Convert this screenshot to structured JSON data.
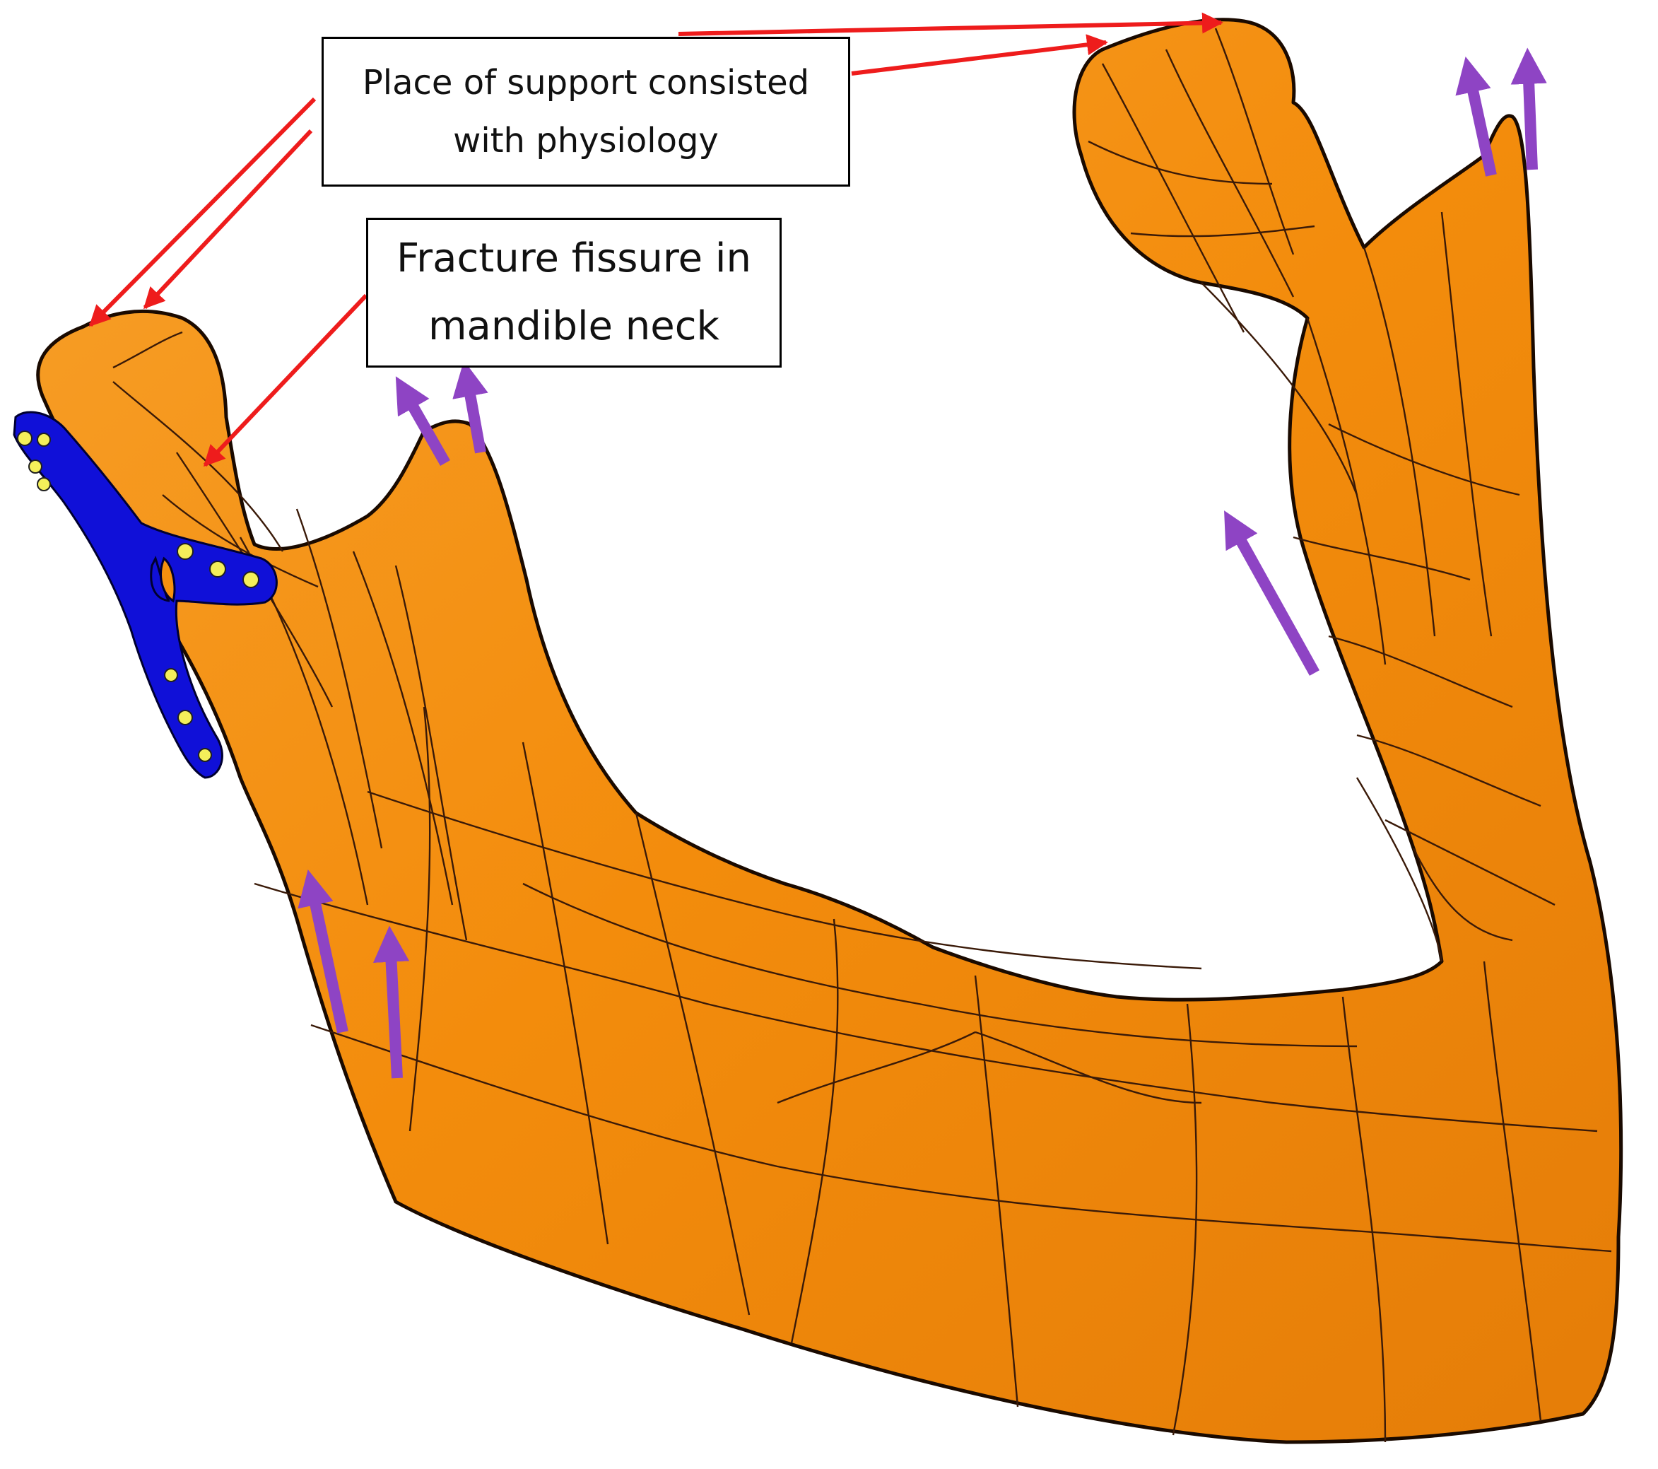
{
  "annotations": {
    "support": {
      "line1": "Place of support consisted",
      "line2": "with physiology"
    },
    "fracture": {
      "line1": "Fracture fissure in",
      "line2": "mandible neck"
    }
  },
  "colors": {
    "bone": "#f5900e",
    "bone_shade": "#d9740a",
    "mesh_line": "#3a1a08",
    "plate": "#1010d8",
    "screw": "#f4ef5a",
    "pointer_arrow": "#ee1c1c",
    "force_arrow": "#8e44c4"
  },
  "icons": {
    "pointer": "red-arrow",
    "force": "purple-force-arrow",
    "fixation": "titanium-plate-with-screws"
  }
}
